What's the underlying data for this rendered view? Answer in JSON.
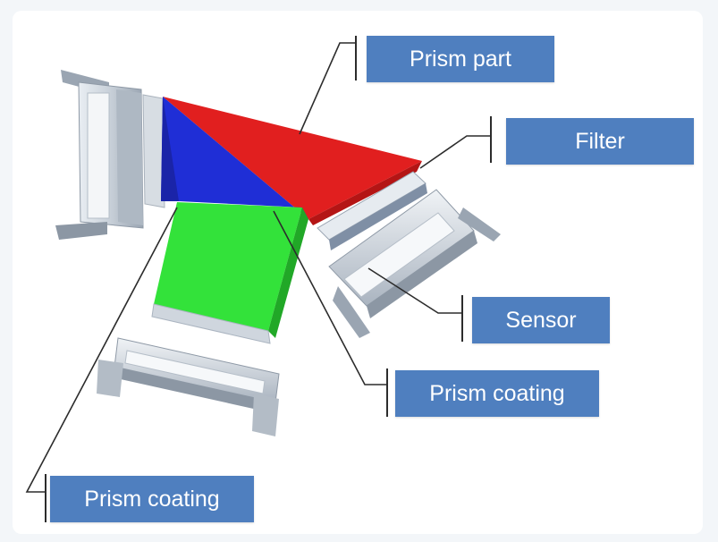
{
  "labels": {
    "prism_part": "Prism part",
    "filter": "Filter",
    "sensor": "Sensor",
    "prism_coating_right": "Prism coating",
    "prism_coating_left": "Prism coating"
  },
  "colors": {
    "label_box": "#4f7fbf",
    "blue_prism": "#1f2ed6",
    "red_prism": "#e11f1f",
    "green_prism": "#33e23a",
    "sensor_body": "#cfd6de",
    "leader_line": "#2c2c2c"
  }
}
